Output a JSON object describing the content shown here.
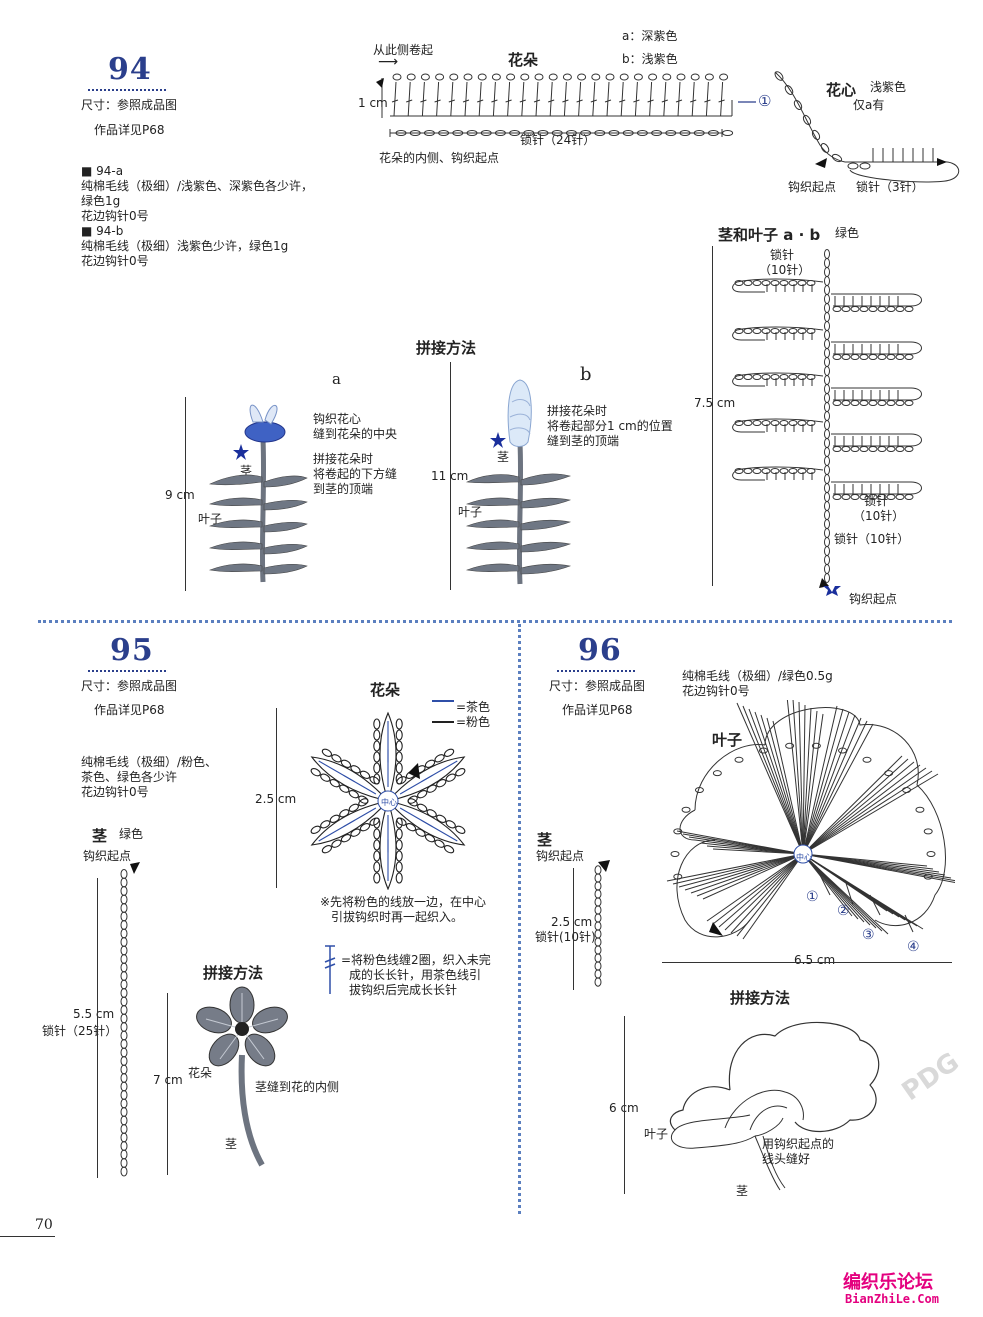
{
  "p94": {
    "num": "94",
    "size": "尺寸：参照成品图",
    "detail": "作品详见P68",
    "mat_a_h": "■ 94-a",
    "mat_a_1": "纯棉毛线（极细）/浅紫色、深紫色各少许，",
    "mat_a_2": "绿色1g",
    "mat_a_3": "花边钩针0号",
    "mat_b_h": "■ 94-b",
    "mat_b_1": "纯棉毛线（极细）浅紫色少许，绿色1g",
    "mat_b_2": "花边钩针0号",
    "flower_title": "花朵",
    "roll_from": "从此侧卷起",
    "color_a": "a：深紫色",
    "color_b": "b：浅紫色",
    "height_1cm": "1 cm",
    "chain24": "锁针（24针）",
    "inner_start": "花朵的内侧、钩织起点",
    "circle1": "①",
    "center_title": "花心",
    "center_color": "浅紫色",
    "only_a": "仅a有",
    "center_start": "钩织起点",
    "chain3": "锁针（3针）",
    "stem_title": "茎和叶子 a · b",
    "stem_color": "绿色",
    "chain10_top": "锁针",
    "chain10_top2": "（10针）",
    "len75": "7.5 cm",
    "chain10_mid": "锁针",
    "chain10_mid2": "（10针）",
    "chain10_bot": "锁针（10针）",
    "stem_start": "钩织起点",
    "assembly": "拼接方法",
    "label_a": "a",
    "label_b": "b",
    "a_note1": "钩织花心",
    "a_note2": "缝到花朵的中央",
    "a_note3": "拼接花朵时",
    "a_note4": "将卷起的下方缝",
    "a_note5": "到茎的顶端",
    "a_height": "9 cm",
    "a_stem": "茎",
    "a_leaf": "叶子",
    "b_note1": "拼接花朵时",
    "b_note2": "将卷起部分1 cm的位置",
    "b_note3": "缝到茎的顶端",
    "b_height": "11 cm",
    "b_stem": "茎",
    "b_leaf": "叶子"
  },
  "p95": {
    "num": "95",
    "size": "尺寸：参照成品图",
    "detail": "作品详见P68",
    "mat1": "纯棉毛线（极细）/粉色、",
    "mat2": "茶色、绿色各少许",
    "mat3": "花边钩针0号",
    "flower_title": "花朵",
    "legend1": "=茶色",
    "legend2": "=粉色",
    "height": "2.5 cm",
    "center": "中心",
    "note1": "※先将粉色的线放一边，在中心",
    "note2": "引拔钩织时再一起织入。",
    "note3": "=将粉色线缠2圈，织入未完",
    "note4": "成的长长针，用茶色线引",
    "note5": "拔钩织后完成长长针",
    "stem_title": "茎",
    "stem_color": "绿色",
    "stem_start": "钩织起点",
    "stem_len": "5.5 cm",
    "stem_chain": "锁针（25针）",
    "assembly": "拼接方法",
    "asm_height": "7 cm",
    "asm_flower": "花朵",
    "asm_note": "茎缝到花的内侧",
    "asm_stem": "茎"
  },
  "p96": {
    "num": "96",
    "size": "尺寸：参照成品图",
    "detail": "作品详见P68",
    "mat1": "纯棉毛线（极细）/绿色0.5g",
    "mat2": "花边钩针0号",
    "leaf_title": "叶子",
    "center": "中心",
    "c1": "①",
    "c2": "②",
    "c3": "③",
    "c4": "④",
    "width": "6.5 cm",
    "stem_title": "茎",
    "stem_start": "钩织起点",
    "stem_len": "2.5 cm",
    "stem_chain": "锁针(10针)",
    "assembly": "拼接方法",
    "asm_height": "6 cm",
    "asm_leaf": "叶子",
    "asm_note1": "用钩织起点的",
    "asm_note2": "线头缝好",
    "asm_stem": "茎"
  },
  "page_number": "70",
  "watermark1": "编织乐论坛",
  "watermark2": "BianZhiLe.Com",
  "watermark3": "PDG",
  "colors": {
    "navy": "#2b3f8c",
    "brown": "#2a2a2a",
    "pink": "#2f4fa8",
    "leaf": "#5f6a7a",
    "stem": "#7a8290"
  }
}
